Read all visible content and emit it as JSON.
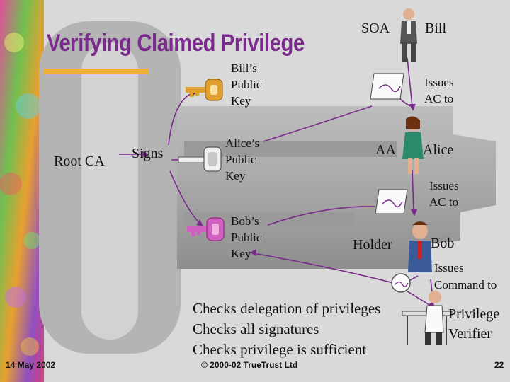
{
  "title": "Verifying Claimed Privilege",
  "soa_label": "SOA",
  "bill_label": "Bill",
  "bill_key_label": "Bill’s\nPublic\nKey",
  "issues_ac_1": "Issues\nAC to",
  "root_ca_label": "Root CA",
  "signs_label": "Signs",
  "alice_key_label": "Alice’s\nPublic\nKey",
  "aa_label": "AA",
  "alice_label": "Alice",
  "issues_ac_2": "Issues\nAC to",
  "bob_key_label": "Bob’s\nPublic\nKey",
  "holder_label": "Holder",
  "bob_label": "Bob",
  "issues_command": "Issues\nCommand to",
  "checks": [
    "Checks delegation of privileges",
    "Checks all signatures",
    "Checks privilege is sufficient"
  ],
  "verifier_label": "Privilege\nVerifier",
  "footer": {
    "date": "14 May 2002",
    "copyright": "© 2000-02 TrueTrust Ltd",
    "page": "22"
  },
  "colors": {
    "title": "#7a2a8c",
    "arrow": "#7a2a8c",
    "background": "#d9d9d9",
    "key_gold": "#e0a030",
    "key_magenta": "#d060c0"
  }
}
